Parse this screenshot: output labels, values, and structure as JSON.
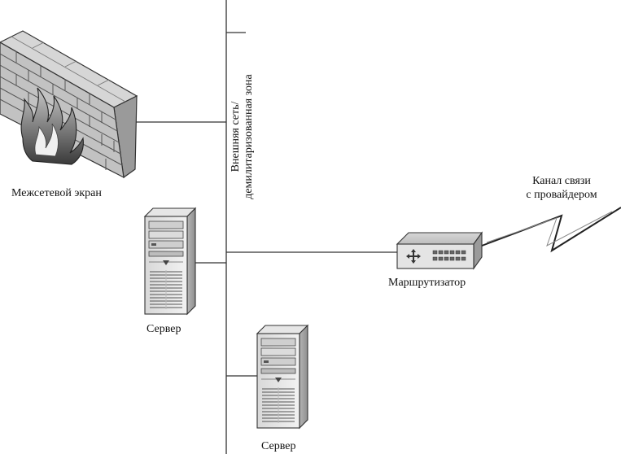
{
  "diagram": {
    "zone_label_line1": "Внешняя сеть/",
    "zone_label_line2": "демилитаризованная зона",
    "firewall_label": "Межсетевой экран",
    "server1_label": "Сервер",
    "server2_label": "Сервер",
    "router_label": "Маршрутизатор",
    "channel_label_line1": "Канал связи",
    "channel_label_line2": "с провайдером"
  },
  "icons": {
    "firewall": "brick-wall-with-fire-icon",
    "server": "tower-server-icon",
    "router": "router-icon",
    "link": "lightning-bolt-icon"
  }
}
